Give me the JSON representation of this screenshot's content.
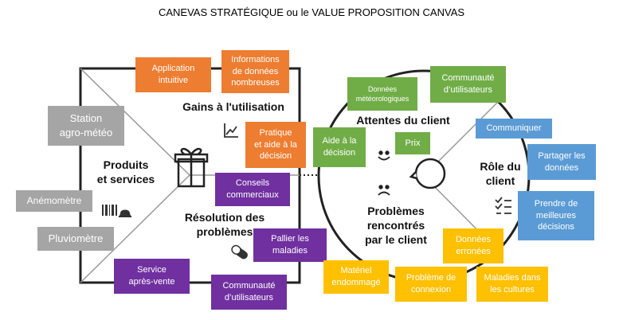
{
  "title": "CANEVAS STRATÉGIQUE ou le VALUE PROPOSITION CANVAS",
  "square_labels": {
    "gains": "Gains à l'utilisation",
    "products": "Produits\net services",
    "problems": "Résolution des\nproblèmes"
  },
  "circle_labels": {
    "expectations": "Attentes du client",
    "role": "Rôle du\nclient",
    "problems": "Problèmes\nrencontrés\npar le client"
  },
  "boxes": {
    "app_intuitive": "Application\nintuitive",
    "info_donnees": "Informations\nde données\nnombreuses",
    "pratique": "Pratique\net aide à la\ndécision",
    "station": "Station\nagro-météo",
    "anemometre": "Anémomètre",
    "pluviometre": "Pluviomètre",
    "conseils": "Conseils\ncommerciaux",
    "pallier": "Pallier les\nmaladies",
    "service": "Service\naprès-vente",
    "communaute_left": "Communauté\nd’utilisateurs",
    "donnees_meteo": "Données\nmétéorologiques",
    "communaute_right": "Communauté\nd’utilisateurs",
    "aide_decision": "Aide à la\ndécision",
    "prix": "Prix",
    "communiquer": "Communiquer",
    "partager": "Partager les\ndonnées",
    "prendre": "Prendre de\nmeilleures\ndécisions",
    "donnees_erronees": "Données\nerronées",
    "materiel": "Matériel\nendommagé",
    "probleme_connexion": "Problème de\nconnexion",
    "maladies": "Maladies dans\nles cultures"
  },
  "colors": {
    "orange": "#ED7D31",
    "gray": "#A5A5A5",
    "purple": "#7030A0",
    "green": "#70AD47",
    "blue": "#5B9BD5",
    "yellow": "#FFC000"
  },
  "icons": [
    "chart-up-icon",
    "gift-icon",
    "barcode-icon",
    "pill-icon",
    "smile-face-icon",
    "frown-face-icon",
    "checklist-icon",
    "customer-head-icon"
  ]
}
